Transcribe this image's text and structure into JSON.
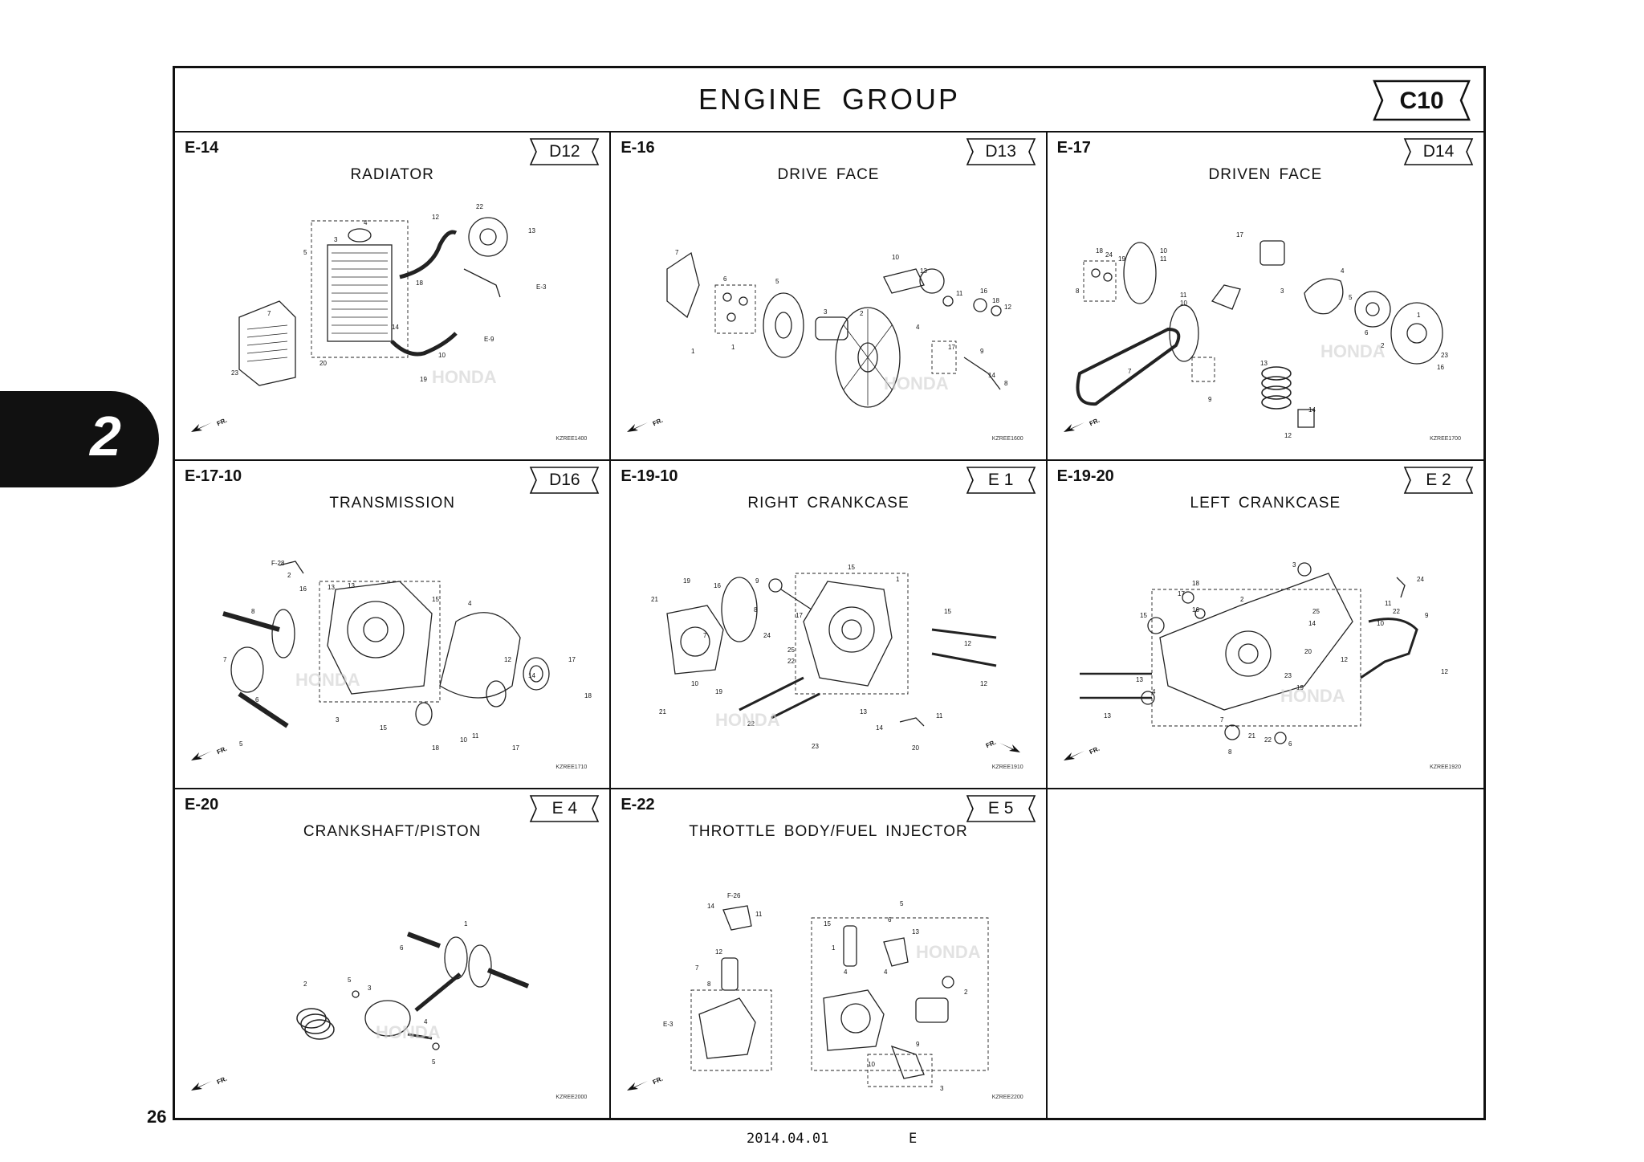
{
  "page_title": "ENGINE GROUP",
  "section_code": "C10",
  "side_tab_number": "2",
  "page_number": "26",
  "footer": {
    "date": "2014.04.01",
    "lang": "E"
  },
  "cells": [
    {
      "code": "E-14",
      "page_ref": "D12",
      "title": "RADIATOR",
      "fig": "KZREE1400",
      "fr": "FR."
    },
    {
      "code": "E-16",
      "page_ref": "D13",
      "title": "DRIVE FACE",
      "fig": "KZREE1600",
      "fr": "FR."
    },
    {
      "code": "E-17",
      "page_ref": "D14",
      "title": "DRIVEN FACE",
      "fig": "KZREE1700",
      "fr": "FR."
    },
    {
      "code": "E-17-10",
      "page_ref": "D16",
      "title": "TRANSMISSION",
      "fig": "KZREE1710",
      "fr": "FR."
    },
    {
      "code": "E-19-10",
      "page_ref": "E 1",
      "title": "RIGHT CRANKCASE",
      "fig": "KZREE1910",
      "fr": "FR."
    },
    {
      "code": "E-19-20",
      "page_ref": "E 2",
      "title": "LEFT CRANKCASE",
      "fig": "KZREE1920",
      "fr": "FR."
    },
    {
      "code": "E-20",
      "page_ref": "E 4",
      "title": "CRANKSHAFT/PISTON",
      "fig": "KZREE2000",
      "fr": "FR."
    },
    {
      "code": "E-22",
      "page_ref": "E 5",
      "title": "THROTTLE BODY/FUEL INJECTOR",
      "fig": "KZREE2200",
      "fr": "FR."
    }
  ]
}
